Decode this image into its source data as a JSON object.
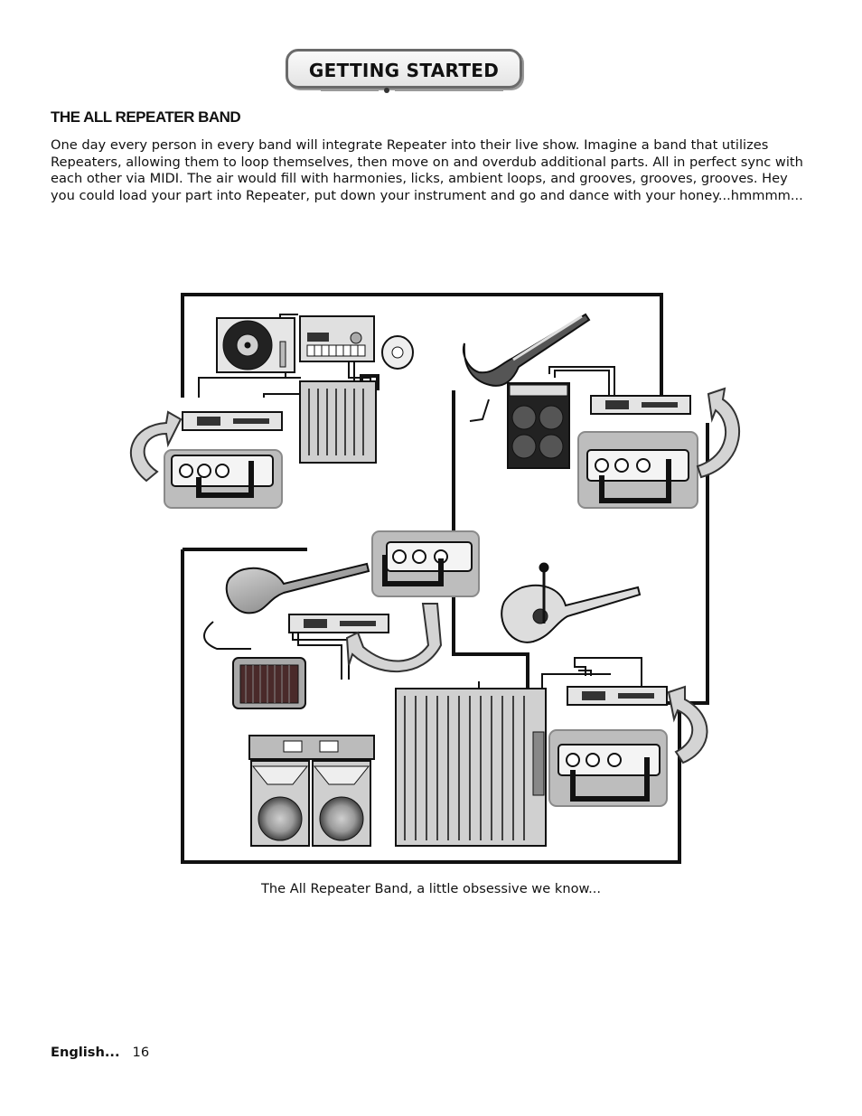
{
  "header": {
    "title": "GETTING STARTED"
  },
  "section": {
    "title": "THE ALL REPEATER BAND",
    "body": "One day every person in every band will integrate Repeater into their live show. Imagine a band that utilizes Repeaters, allowing them to loop themselves, then move on and overdub additional parts.  All in perfect sync with each other via MIDI.  The air would fill with harmonies, licks, ambient loops, and grooves, grooves, grooves.  Hey you could load your part into Repeater, put down your instrument and go and dance with your honey...hmmmm..."
  },
  "figure": {
    "caption": "The All Repeater Band, a little obsessive we know..."
  },
  "footer": {
    "language": "English...",
    "page_number": "16"
  }
}
